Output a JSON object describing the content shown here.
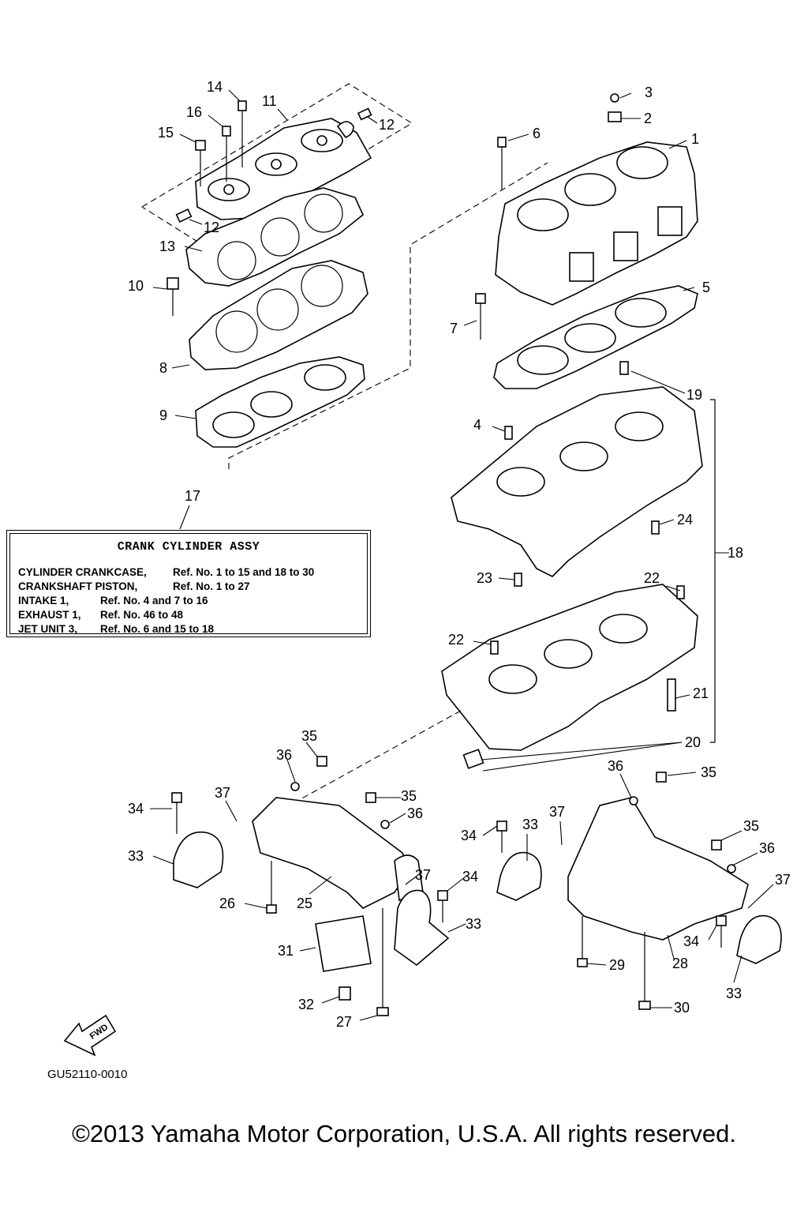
{
  "callouts": {
    "c1": "1",
    "c2": "2",
    "c3": "3",
    "c4": "4",
    "c5": "5",
    "c6": "6",
    "c7": "7",
    "c8": "8",
    "c9": "9",
    "c10": "10",
    "c11": "11",
    "c12a": "12",
    "c12b": "12",
    "c13": "13",
    "c14": "14",
    "c15": "15",
    "c16": "16",
    "c17": "17",
    "c18": "18",
    "c19": "19",
    "c20": "20",
    "c21": "21",
    "c22a": "22",
    "c22b": "22",
    "c23": "23",
    "c24": "24",
    "c25": "25",
    "c26": "26",
    "c27": "27",
    "c28": "28",
    "c29": "29",
    "c30": "30",
    "c31": "31",
    "c32": "32",
    "c33a": "33",
    "c33b": "33",
    "c33c": "33",
    "c33d": "33",
    "c34a": "34",
    "c34b": "34",
    "c34c": "34",
    "c34d": "34",
    "c35a": "35",
    "c35b": "35",
    "c35c": "35",
    "c35d": "35",
    "c36a": "36",
    "c36b": "36",
    "c36c": "36",
    "c36d": "36",
    "c37a": "37",
    "c37b": "37",
    "c37c": "37",
    "c37d": "37"
  },
  "legend": {
    "title": "CRANK CYLINDER ASSY",
    "rows": [
      {
        "label": "CYLINDER CRANKCASE,",
        "ref": "Ref. No. 1 to 15 and 18 to 30"
      },
      {
        "label": "CRANKSHAFT PISTON,",
        "ref": "Ref. No. 1 to 27"
      },
      {
        "label": "INTAKE 1,",
        "ref": "Ref. No. 4 and 7 to 16"
      },
      {
        "label": "EXHAUST 1,",
        "ref": "Ref. No. 46 to 48"
      },
      {
        "label": "JET UNIT 3,",
        "ref": "Ref. No. 6 and 15 to 18"
      }
    ]
  },
  "fwd_label": "FWD",
  "doc_code": "GU52110-0010",
  "copyright": "©2013 Yamaha Motor Corporation, U.S.A. All rights reserved."
}
